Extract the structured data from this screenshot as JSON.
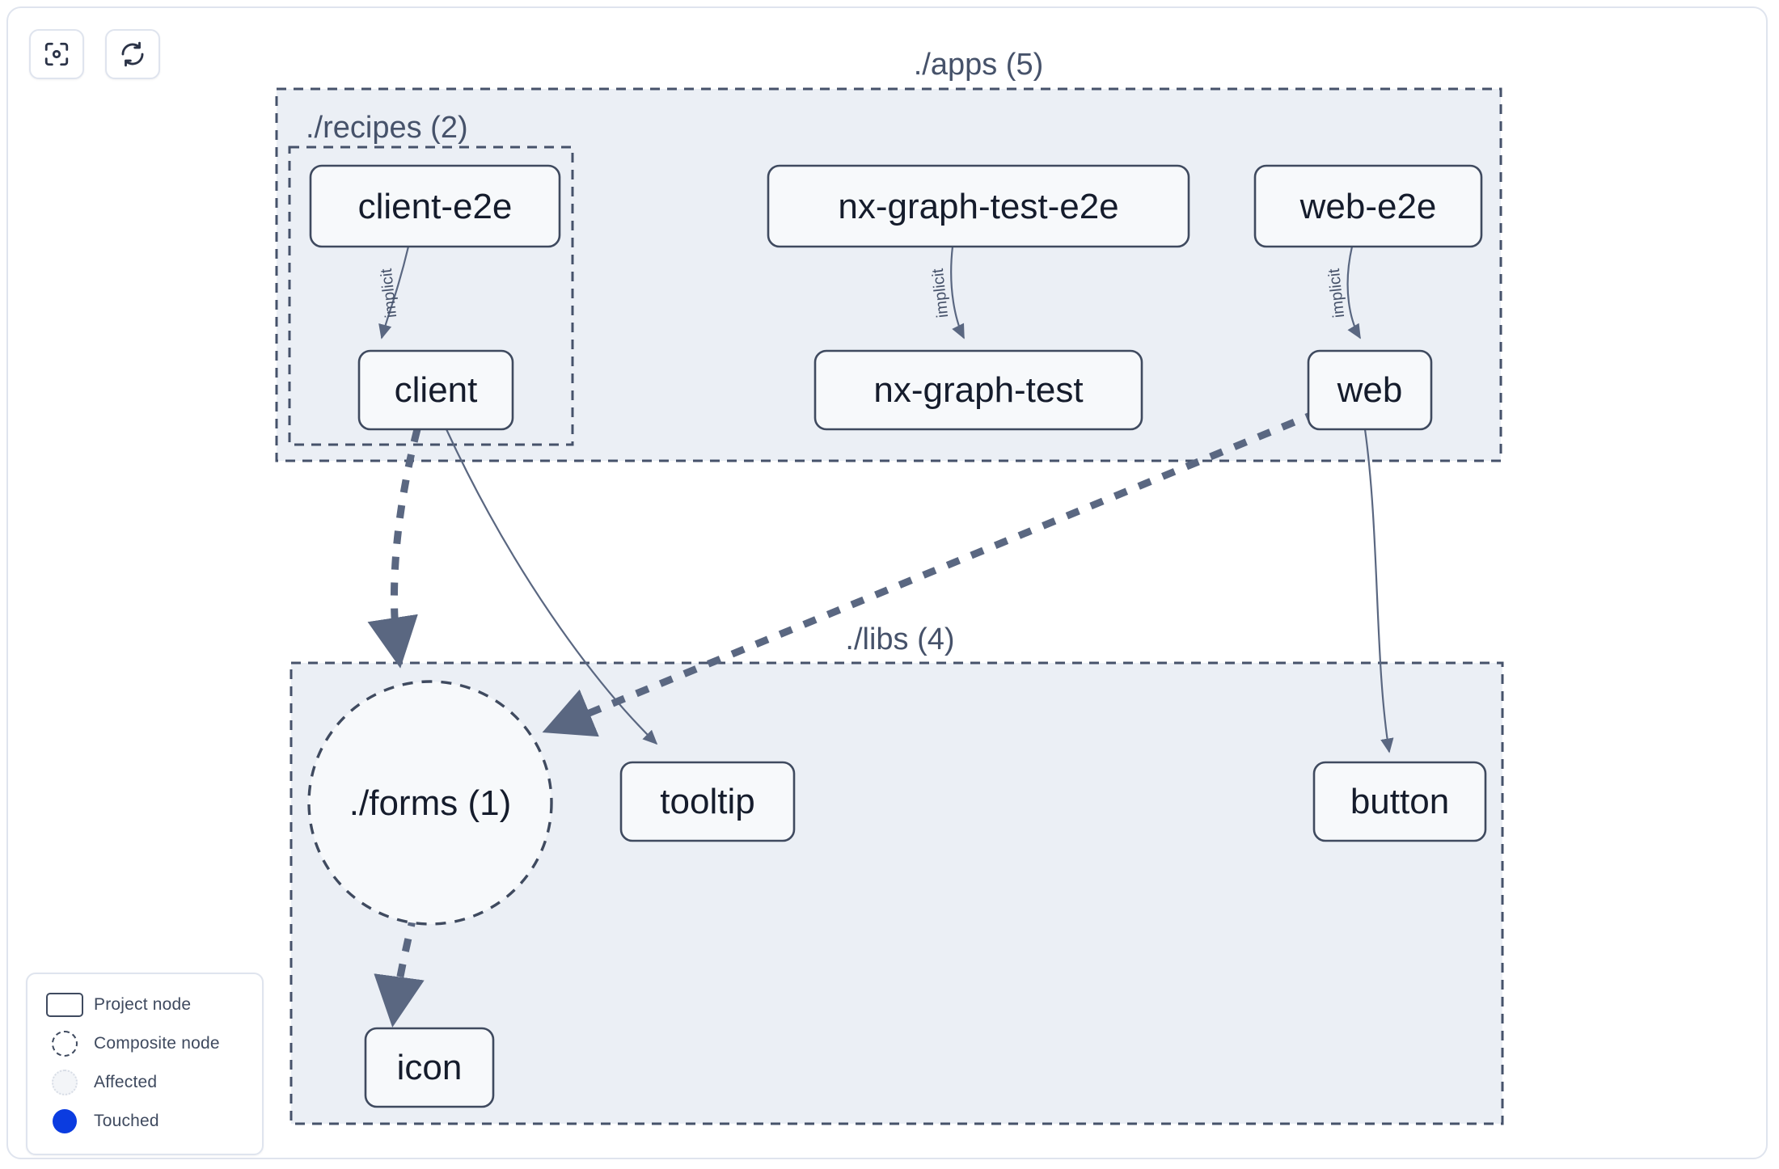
{
  "toolbar": {
    "buttons": [
      {
        "name": "focus-graph-button",
        "icon": "focus-target-icon",
        "label": ""
      },
      {
        "name": "refresh-graph-button",
        "icon": "refresh-icon",
        "label": ""
      }
    ]
  },
  "graph": {
    "type": "project-dependency-graph",
    "groups": [
      {
        "id": "apps",
        "label": "./apps (5)",
        "count": 5
      },
      {
        "id": "recipes",
        "label": "./recipes (2)",
        "count": 2
      },
      {
        "id": "libs",
        "label": "./libs (4)",
        "count": 4
      }
    ],
    "nodes": [
      {
        "id": "client-e2e",
        "label": "client-e2e",
        "shape": "project",
        "group": "recipes"
      },
      {
        "id": "client",
        "label": "client",
        "shape": "project",
        "group": "recipes"
      },
      {
        "id": "nx-graph-test-e2e",
        "label": "nx-graph-test-e2e",
        "shape": "project",
        "group": "apps"
      },
      {
        "id": "nx-graph-test",
        "label": "nx-graph-test",
        "shape": "project",
        "group": "apps"
      },
      {
        "id": "web-e2e",
        "label": "web-e2e",
        "shape": "project",
        "group": "apps"
      },
      {
        "id": "web",
        "label": "web",
        "shape": "project",
        "group": "apps"
      },
      {
        "id": "forms",
        "label": "./forms (1)",
        "shape": "composite",
        "group": "libs"
      },
      {
        "id": "tooltip",
        "label": "tooltip",
        "shape": "project",
        "group": "libs"
      },
      {
        "id": "button",
        "label": "button",
        "shape": "project",
        "group": "libs"
      },
      {
        "id": "icon",
        "label": "icon",
        "shape": "project",
        "group": "libs"
      }
    ],
    "edges": [
      {
        "from": "client-e2e",
        "to": "client",
        "label": "implicit",
        "style": "solid"
      },
      {
        "from": "nx-graph-test-e2e",
        "to": "nx-graph-test",
        "label": "implicit",
        "style": "solid"
      },
      {
        "from": "web-e2e",
        "to": "web",
        "label": "implicit",
        "style": "solid"
      },
      {
        "from": "client",
        "to": "forms",
        "label": "",
        "style": "dashed"
      },
      {
        "from": "client",
        "to": "tooltip",
        "label": "",
        "style": "solid"
      },
      {
        "from": "web",
        "to": "forms",
        "label": "",
        "style": "dashed"
      },
      {
        "from": "web",
        "to": "button",
        "label": "",
        "style": "solid"
      },
      {
        "from": "forms",
        "to": "icon",
        "label": "",
        "style": "dashed"
      }
    ]
  },
  "legend": {
    "items": [
      {
        "swatch": "project-node-swatch",
        "label": "Project node"
      },
      {
        "swatch": "composite-node-swatch",
        "label": "Composite node"
      },
      {
        "swatch": "affected-node-swatch",
        "label": "Affected"
      },
      {
        "swatch": "touched-node-swatch",
        "label": "Touched"
      }
    ]
  },
  "colors": {
    "group_fill": "#ebeff5",
    "group_border": "#46526a",
    "node_fill": "#f7f9fb",
    "node_border": "#3f4a5f",
    "edge": "#5a6781",
    "touched": "#0b3ce0",
    "panel_border": "#dfe4ee",
    "text": "#151c2c"
  }
}
